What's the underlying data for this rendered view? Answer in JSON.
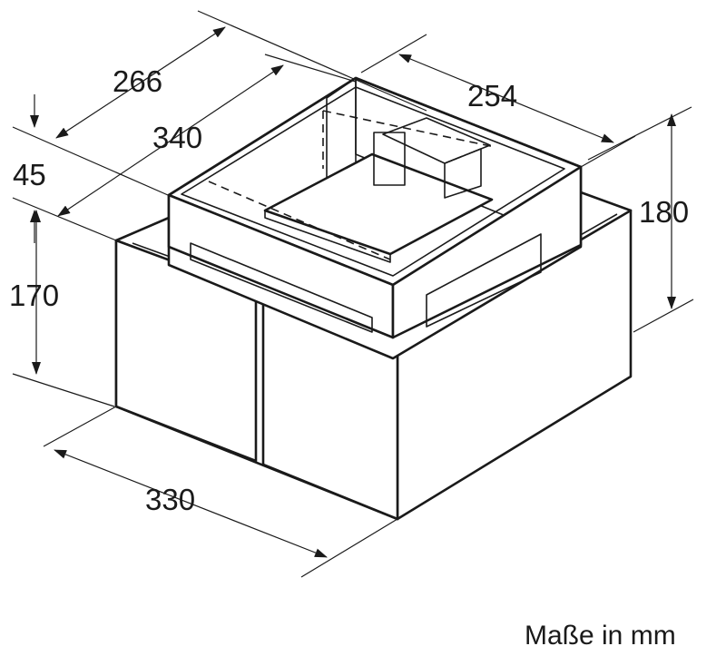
{
  "dimensions": {
    "top_depth": "266",
    "top_width": "254",
    "lower_depth": "340",
    "offset": "45",
    "top_height": "180",
    "lower_height": "170",
    "lower_width": "330"
  },
  "unit_note": "Maße in mm"
}
